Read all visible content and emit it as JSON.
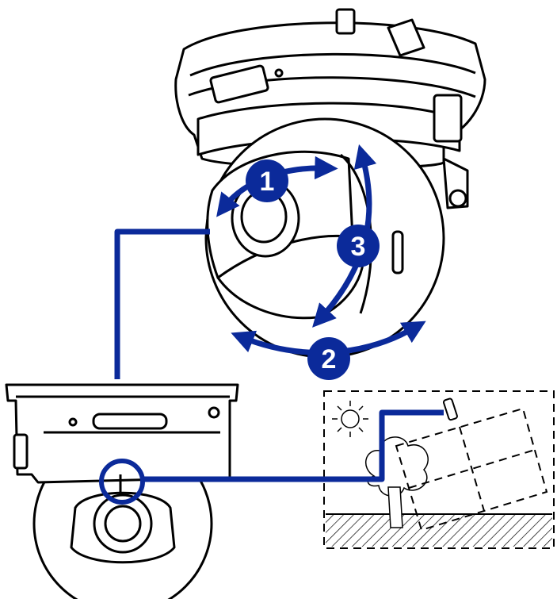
{
  "colors": {
    "accent": "#0b2a9a",
    "line": "#000000",
    "background": "#ffffff"
  },
  "callouts": {
    "pan": "1",
    "rotate": "2",
    "tilt": "3"
  },
  "icons": [
    "sun-icon",
    "tree-icon",
    "camera-marker-icon"
  ]
}
